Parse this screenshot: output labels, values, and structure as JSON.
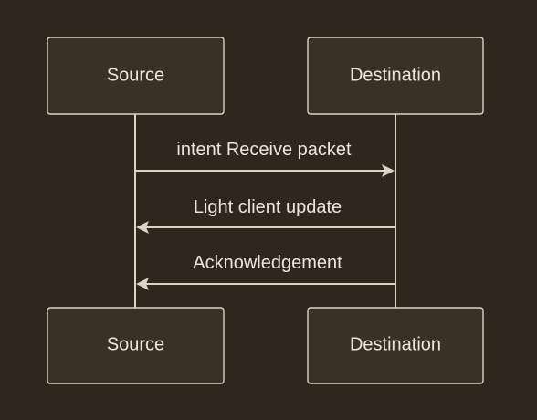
{
  "diagram": {
    "type": "sequence",
    "participants": [
      {
        "id": "source",
        "label": "Source"
      },
      {
        "id": "destination",
        "label": "Destination"
      }
    ],
    "messages": [
      {
        "from": "source",
        "to": "destination",
        "label": "intent Receive packet"
      },
      {
        "from": "destination",
        "to": "source",
        "label": "Light client update"
      },
      {
        "from": "destination",
        "to": "source",
        "label": "Acknowledgement"
      }
    ]
  },
  "colors": {
    "background": "#2f261e",
    "box_fill": "#3a3126",
    "stroke": "#ddd3c8",
    "text": "#eee6dc"
  }
}
